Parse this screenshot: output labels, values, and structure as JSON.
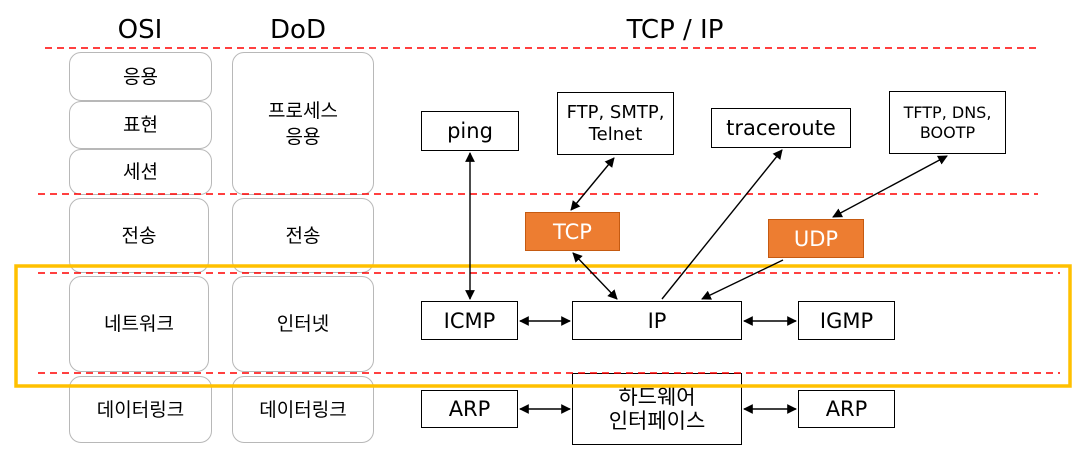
{
  "headers": {
    "osi": "OSI",
    "dod": "DoD",
    "tcpip": "TCP / IP"
  },
  "osi_layers": {
    "application": "응용",
    "presentation": "표현",
    "session": "세션",
    "transport": "전송",
    "network": "네트워크",
    "datalink": "데이터링크"
  },
  "dod_layers": {
    "process": "프로세스\n응용",
    "transport": "전송",
    "internet": "인터넷",
    "datalink": "데이터링크"
  },
  "protocols": {
    "ping": "ping",
    "ftp": "FTP, SMTP,\nTelnet",
    "traceroute": "traceroute",
    "tftp": "TFTP, DNS,\nBOOTP",
    "tcp": "TCP",
    "udp": "UDP",
    "icmp": "ICMP",
    "ip": "IP",
    "igmp": "IGMP",
    "arp_left": "ARP",
    "hw_interface": "하드웨어\n인터페이스",
    "arp_right": "ARP"
  },
  "colors": {
    "dashed_line": "#ff0000",
    "highlight_border": "#ffc000",
    "transport_protocol_fill": "#ed7d31"
  }
}
